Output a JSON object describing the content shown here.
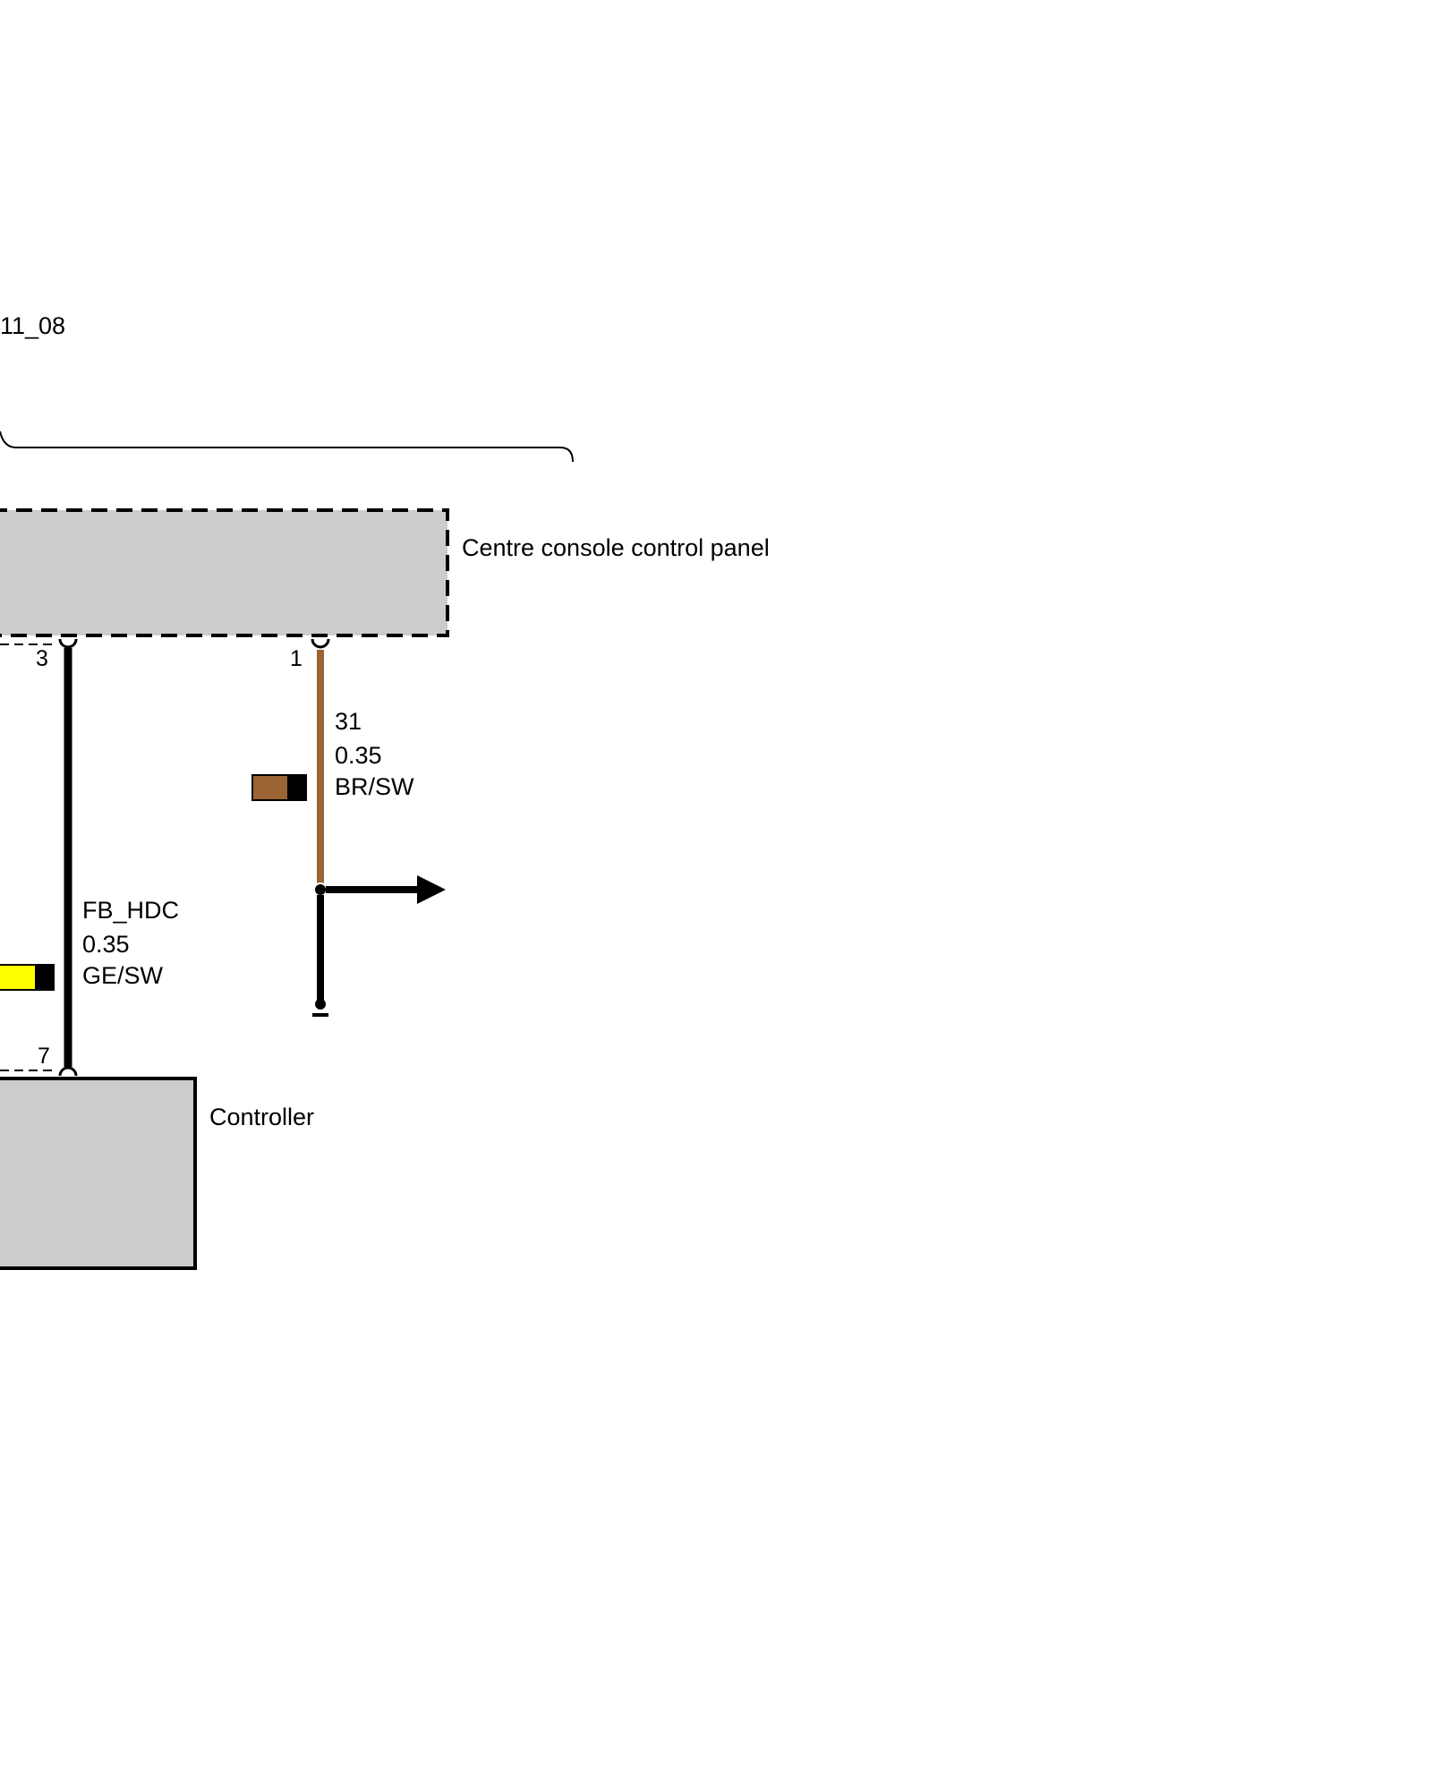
{
  "diagram": {
    "sheet_ref": "11_08",
    "components": {
      "control_panel": {
        "label": "Centre console control panel"
      },
      "controller": {
        "label": "Controller"
      }
    },
    "pins": {
      "panel_pin_3": "3",
      "panel_pin_1": "1",
      "controller_pin_7": "7"
    },
    "wires": {
      "fb_hdc": {
        "signal": "FB_HDC",
        "gauge": "0.35",
        "color_code": "GE/SW",
        "base_color": "#ffff00",
        "stripe_color": "#000000"
      },
      "ground_31": {
        "signal": "31",
        "gauge": "0.35",
        "color_code": "BR/SW",
        "base_color": "#9a6434",
        "stripe_color": "#000000"
      }
    },
    "colors": {
      "component_fill": "#cccccc",
      "wire_black": "#000000",
      "wire_brown": "#9a6434"
    }
  }
}
